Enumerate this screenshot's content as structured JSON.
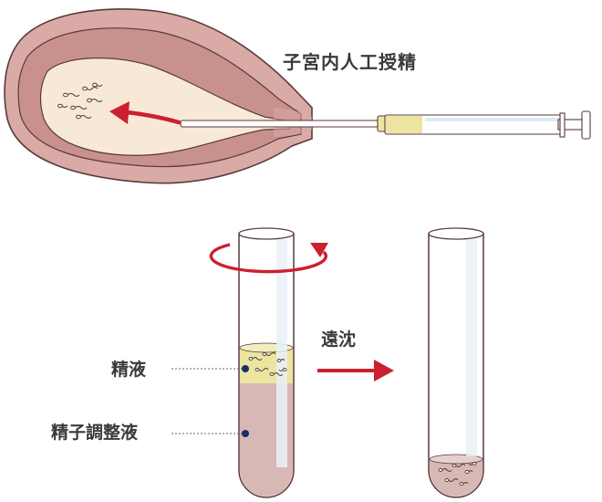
{
  "title": "子宮内人工授精",
  "step_label": "遠沈",
  "labels": {
    "semen": "精液",
    "medium": "精子調整液"
  },
  "colors": {
    "uterus_outer": "#d9aaa6",
    "uterus_wall": "#c9918e",
    "uterus_inner": "#f7e9d6",
    "outline": "#5a3a3a",
    "arrow_red": "#cc1f2f",
    "semen_yellow": "#ebe5a0",
    "medium_pink": "#d8b8b5",
    "tube_glass": "#e9f2f8",
    "leader_dot": "#1a2e6b"
  }
}
